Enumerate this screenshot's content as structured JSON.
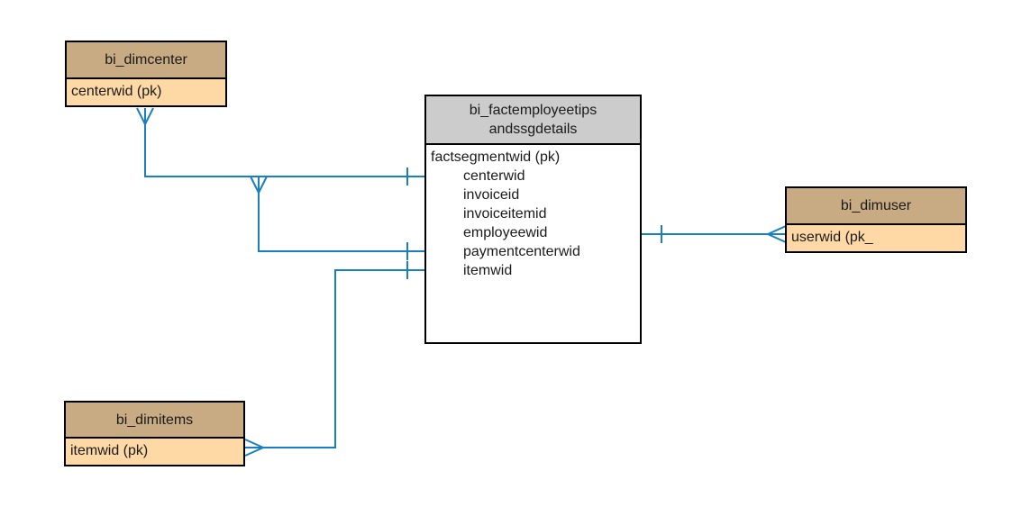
{
  "colors": {
    "dim_header": "#c8ab83",
    "dim_body": "#fed9a6",
    "fact_header": "#cccccc",
    "fact_body": "#ffffff",
    "connector": "#1a7fc1"
  },
  "entities": {
    "dimcenter": {
      "title": "bi_dimcenter",
      "attributes": [
        "centerwid (pk)"
      ]
    },
    "fact": {
      "title_line1": "bi_factemployeetips",
      "title_line2": "andssgdetails",
      "primary_key": "factsegmentwid (pk)",
      "attributes": [
        "centerwid",
        "invoiceid",
        "invoiceitemid",
        "employeewid",
        "paymentcenterwid",
        "itemwid"
      ]
    },
    "dimuser": {
      "title": "bi_dimuser",
      "attributes": [
        "userwid (pk_"
      ]
    },
    "dimitems": {
      "title": "bi_dimitems",
      "attributes": [
        "itemwid (pk)"
      ]
    }
  },
  "relationships": [
    {
      "from": "bi_dimcenter",
      "to": "bi_factemployeetips andssgdetails",
      "from_end": "many",
      "to_end": "one"
    },
    {
      "from": "bi_dimcenter",
      "to": "bi_factemployeetips andssgdetails",
      "from_end": "many",
      "to_end": "one"
    },
    {
      "from": "bi_dimitems",
      "to": "bi_factemployeetips andssgdetails",
      "from_end": "many",
      "to_end": "one"
    },
    {
      "from": "bi_dimuser",
      "to": "bi_factemployeetips andssgdetails",
      "from_end": "many",
      "to_end": "one"
    }
  ]
}
